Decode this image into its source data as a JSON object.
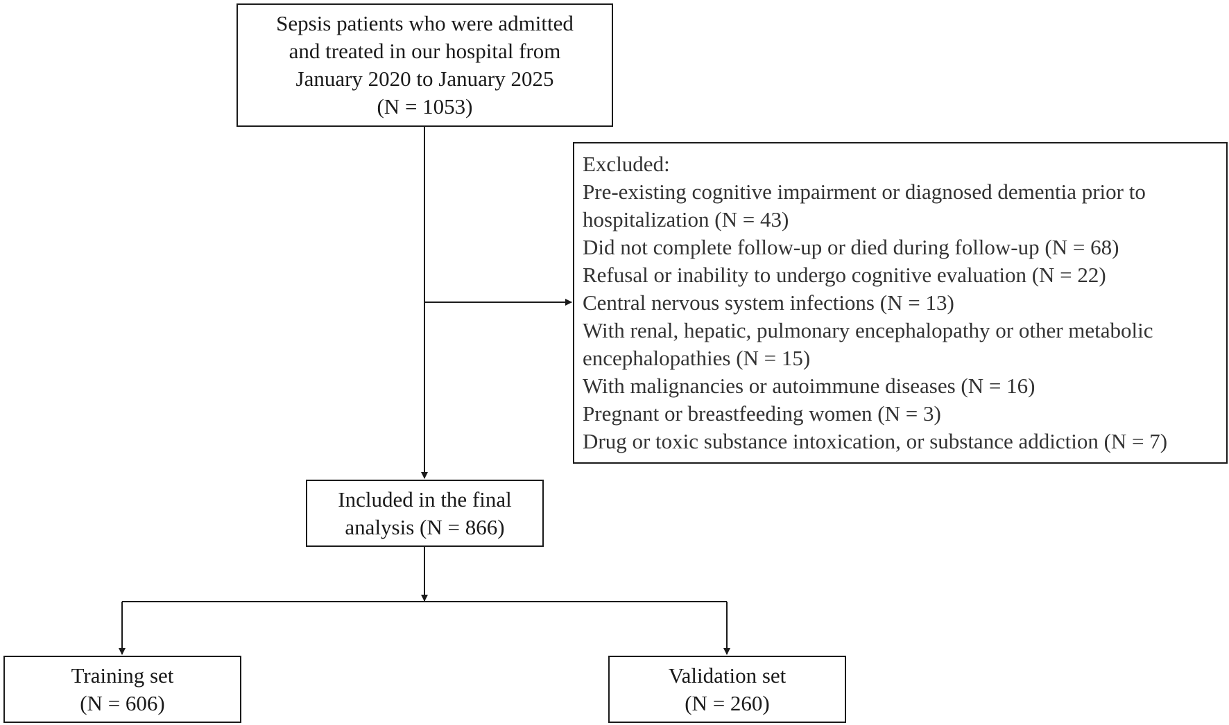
{
  "top_box": {
    "lines": [
      "Sepsis patients who were admitted",
      "and treated in our hospital from",
      "January 2020 to January 2025",
      "(N = 1053)"
    ]
  },
  "excluded_box": {
    "lines": [
      "Excluded:",
      "Pre-existing cognitive impairment or diagnosed dementia prior to",
      "hospitalization (N = 43)",
      "Did not complete follow-up or died during follow-up (N = 68)",
      "Refusal or inability to undergo cognitive evaluation (N = 22)",
      "Central nervous system infections (N = 13)",
      "With renal, hepatic, pulmonary encephalopathy or other metabolic",
      "encephalopathies (N = 15)",
      "With malignancies or autoimmune diseases (N = 16)",
      "Pregnant or breastfeeding women (N = 3)",
      "Drug or toxic substance intoxication, or substance addiction (N = 7)"
    ]
  },
  "included_box": {
    "lines": [
      "Included in the final",
      "analysis (N = 866)"
    ]
  },
  "training_box": {
    "lines": [
      "Training set",
      "(N = 606)"
    ]
  },
  "validation_box": {
    "lines": [
      "Validation set",
      "(N = 260)"
    ]
  },
  "colors": {
    "stroke": "#1a1a1a",
    "text": "#1a1a1a",
    "excluded_text": "#333333"
  }
}
